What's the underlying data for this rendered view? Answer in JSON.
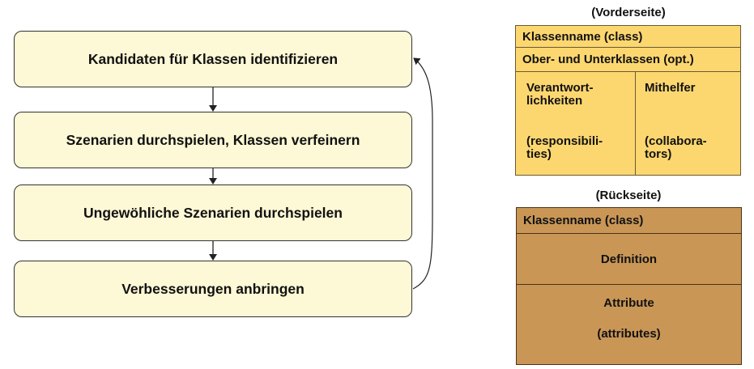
{
  "flow": {
    "steps": [
      "Kandidaten für Klassen identifizieren",
      "Szenarien durchspielen, Klassen verfeinern",
      "Ungewöhliche Szenarien durchspielen",
      "Verbesserungen anbringen"
    ]
  },
  "card_front": {
    "caption": "(Vorderseite)",
    "class_name": "Klassenname (class)",
    "superclasses": "Ober- und Unterklassen (opt.)",
    "responsibilities": {
      "label_line1": "Verantwort-",
      "label_line2": "lichkeiten",
      "english_line1": "(responsibili-",
      "english_line2": "ties)"
    },
    "collaborators": {
      "label": "Mithelfer",
      "english_line1": "(collabora-",
      "english_line2": "tors)"
    }
  },
  "card_back": {
    "caption": "(Rückseite)",
    "class_name": "Klassenname (class)",
    "definition": "Definition",
    "attributes_label": "Attribute",
    "attributes_english": "(attributes)"
  },
  "colors": {
    "flow_box_fill": "#fdf8d5",
    "card_front_fill": "#fcd770",
    "card_back_fill": "#c99656"
  }
}
